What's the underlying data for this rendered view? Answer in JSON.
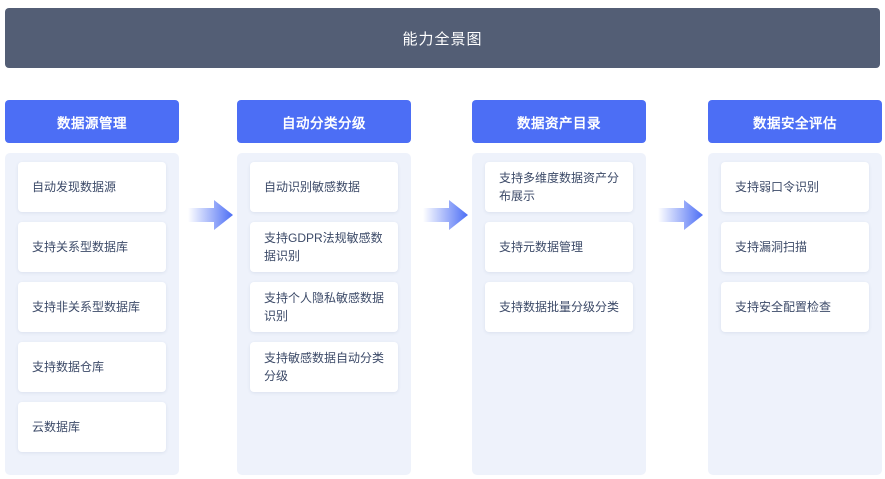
{
  "banner": {
    "title": "能力全景图",
    "background_color": "#535e75",
    "text_color": "#ffffff"
  },
  "theme": {
    "accent_color": "#4c6ef5",
    "panel_background": "#eef2fb",
    "card_background": "#ffffff",
    "card_text_color": "#3c4a68",
    "arrow_color": "#4c6ef5"
  },
  "columns": [
    {
      "header": "数据源管理",
      "cards": [
        "自动发现数据源",
        "支持关系型数据库",
        "支持非关系型数据库",
        "支持数据仓库",
        "云数据库"
      ]
    },
    {
      "header": "自动分类分级",
      "cards": [
        "自动识别敏感数据",
        "支持GDPR法规敏感数据识别",
        "支持个人隐私敏感数据识别",
        "支持敏感数据自动分类分级"
      ]
    },
    {
      "header": "数据资产目录",
      "cards": [
        "支持多维度数据资产分布展示",
        "支持元数据管理",
        "支持数据批量分级分类"
      ]
    },
    {
      "header": "数据安全评估",
      "cards": [
        "支持弱口令识别",
        "支持漏洞扫描",
        "支持安全配置检查"
      ]
    }
  ],
  "arrows": [
    {
      "name": "flow-arrow-1"
    },
    {
      "name": "flow-arrow-2"
    },
    {
      "name": "flow-arrow-3"
    }
  ]
}
